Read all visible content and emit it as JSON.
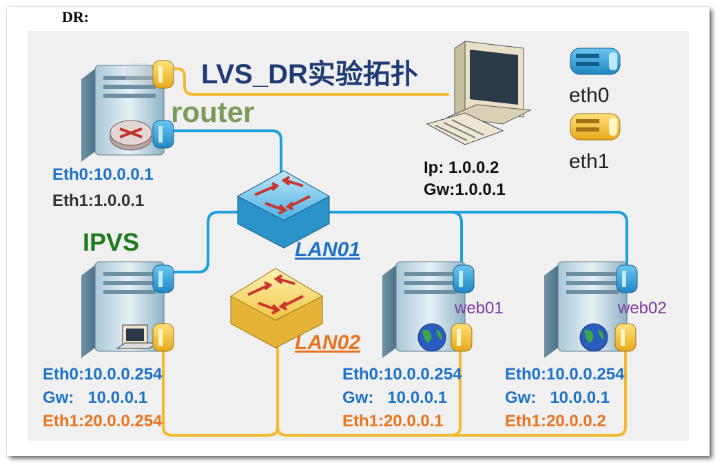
{
  "heading": "DR:",
  "title": "LVS_DR实验拓扑",
  "nodes": {
    "router": {
      "name": "router",
      "eth0": "Eth0:10.0.0.1",
      "eth1": "Eth1:1.0.0.1"
    },
    "client": {
      "ip": "Ip:  1.0.0.2",
      "gw": "Gw:1.0.0.1"
    },
    "ipvs": {
      "name": "IPVS",
      "eth0": "Eth0:10.0.0.254",
      "gw": "Gw:   10.0.0.1",
      "eth1": "Eth1:20.0.0.254"
    },
    "web01": {
      "name": "web01",
      "eth0": "Eth0:10.0.0.254",
      "gw": "Gw:   10.0.0.1",
      "eth1": "Eth1:20.0.0.1"
    },
    "web02": {
      "name": "web02",
      "eth0": "Eth0:10.0.0.254",
      "gw": "Gw:   10.0.0.1",
      "eth1": "Eth1:20.0.0.2"
    }
  },
  "switches": {
    "lan01": "LAN01",
    "lan02": "LAN02"
  },
  "legend": {
    "eth0": "eth0",
    "eth1": "eth1"
  },
  "colors": {
    "eth0_link": "#1aa0dc",
    "eth1_link": "#f2b92d",
    "title": "#1f3b73",
    "router_label": "#7a9a5a",
    "ipvs_label": "#1d7a1d",
    "web_label": "#7a3aa0",
    "eth0_text": "#1e72c8",
    "eth1_text": "#e8741e"
  }
}
